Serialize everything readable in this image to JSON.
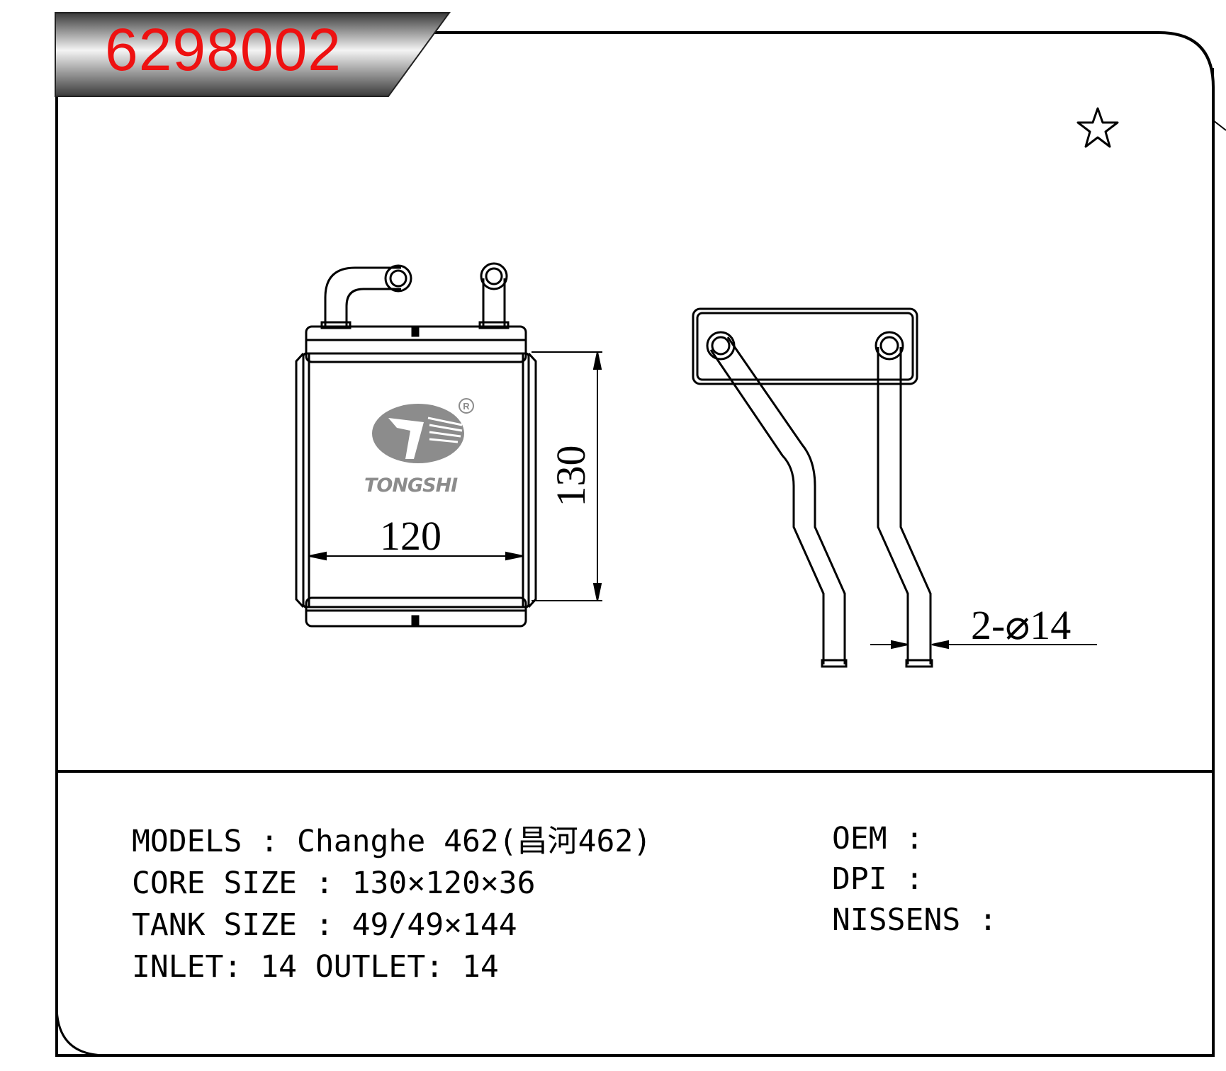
{
  "part_number": "6298002",
  "brand": {
    "name": "TONGSHI",
    "registered_mark": "R",
    "logo_icon": "tongshi-logo-icon"
  },
  "toolbar": {
    "favorite_icon": "star-icon"
  },
  "drawing": {
    "core_width_label": "120",
    "core_height_label": "130",
    "pipe_label": "2-⌀14"
  },
  "specs": {
    "models": "MODELS : Changhe 462(昌河462)",
    "core_size": "CORE SIZE : 130×120×36",
    "tank_size": "TANK SIZE : 49/49×144",
    "inlet_outlet": "INLET: 14 OUTLET: 14",
    "oem": "OEM :",
    "dpi": "DPI :",
    "nissens": "NISSENS :"
  },
  "colors": {
    "part_number": "#ee1111",
    "line": "#000000",
    "logo": "#8c8c8c"
  }
}
